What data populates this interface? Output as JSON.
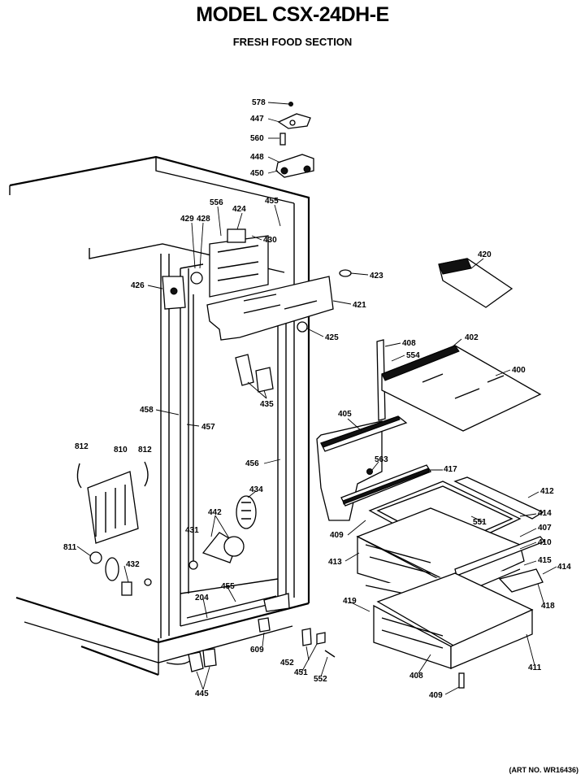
{
  "title": "MODEL CSX-24DH-E",
  "subtitle": "FRESH FOOD SECTION",
  "art_no": "(ART NO. WR16436)",
  "callouts": [
    {
      "label": "578"
    },
    {
      "label": "447"
    },
    {
      "label": "560"
    },
    {
      "label": "448"
    },
    {
      "label": "450"
    },
    {
      "label": "556"
    },
    {
      "label": "424"
    },
    {
      "label": "455"
    },
    {
      "label": "429"
    },
    {
      "label": "428"
    },
    {
      "label": "430"
    },
    {
      "label": "426"
    },
    {
      "label": "423"
    },
    {
      "label": "420"
    },
    {
      "label": "421"
    },
    {
      "label": "425"
    },
    {
      "label": "408"
    },
    {
      "label": "402"
    },
    {
      "label": "554"
    },
    {
      "label": "400"
    },
    {
      "label": "435"
    },
    {
      "label": "458"
    },
    {
      "label": "457"
    },
    {
      "label": "405"
    },
    {
      "label": "812"
    },
    {
      "label": "810"
    },
    {
      "label": "812"
    },
    {
      "label": "563"
    },
    {
      "label": "456"
    },
    {
      "label": "417"
    },
    {
      "label": "434"
    },
    {
      "label": "412"
    },
    {
      "label": "442"
    },
    {
      "label": "551"
    },
    {
      "label": "414"
    },
    {
      "label": "409"
    },
    {
      "label": "407"
    },
    {
      "label": "431"
    },
    {
      "label": "410"
    },
    {
      "label": "811"
    },
    {
      "label": "413"
    },
    {
      "label": "415"
    },
    {
      "label": "414"
    },
    {
      "label": "432"
    },
    {
      "label": "455"
    },
    {
      "label": "418"
    },
    {
      "label": "204"
    },
    {
      "label": "419"
    },
    {
      "label": "609"
    },
    {
      "label": "452"
    },
    {
      "label": "451"
    },
    {
      "label": "552"
    },
    {
      "label": "408"
    },
    {
      "label": "411"
    },
    {
      "label": "445"
    },
    {
      "label": "409"
    }
  ]
}
